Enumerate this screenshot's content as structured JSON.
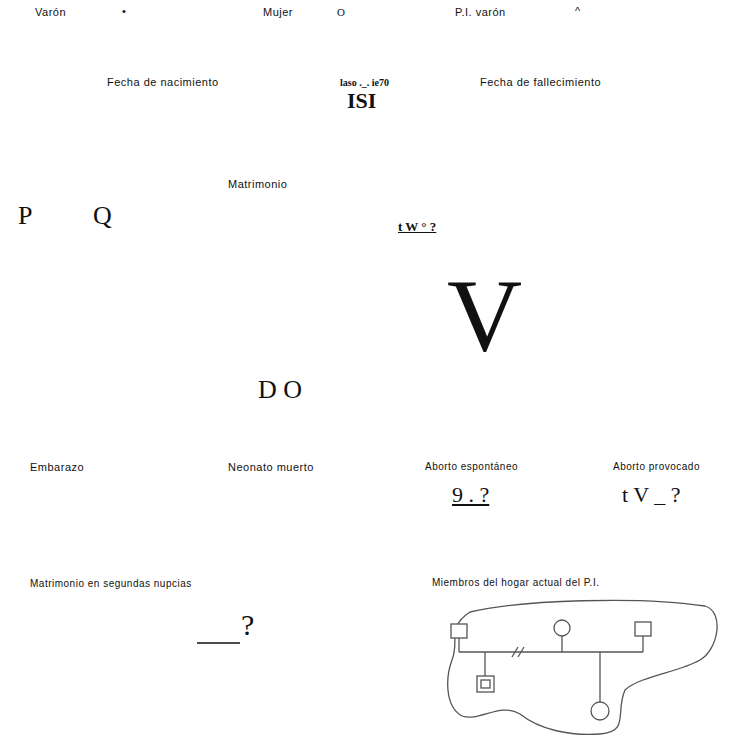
{
  "diagram": {
    "labels": [
      "Varón",
      "•",
      "Mujer",
      "O",
      "P.I. varón",
      "^",
      "Fecha de nacimiento",
      "laso ._. ie70",
      "ISI",
      "Fecha de fallecimiento",
      "Matrimonio",
      "P",
      "Q",
      "t W ° ?",
      "V",
      "D O",
      "Embarazo",
      "Neonato muerto",
      "Aborto espontáneo",
      "Aborto provocado",
      "9 . ?",
      "t V _ ?",
      "Matrimonio en segundas nupcias",
      "?",
      "Miembros del hogar actual del P.I."
    ]
  }
}
